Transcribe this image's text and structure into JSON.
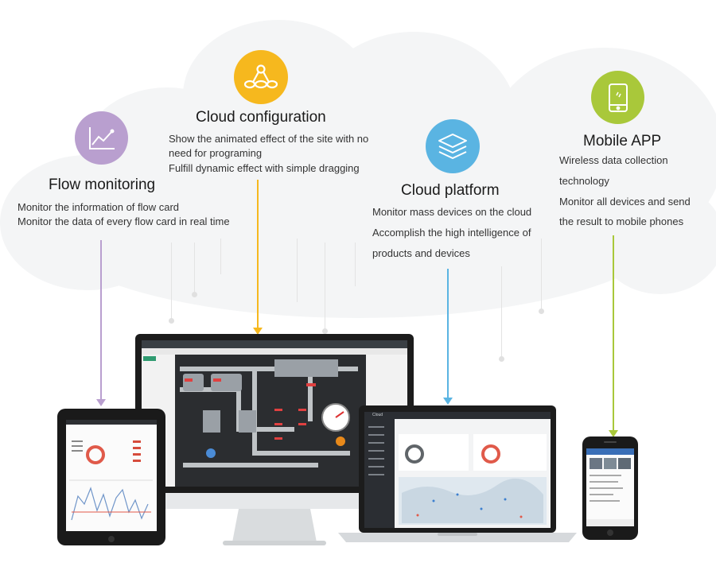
{
  "features": {
    "flow": {
      "title": "Flow monitoring",
      "lines": [
        "Monitor the information of flow card",
        "Monitor the data of every flow card in real time"
      ],
      "color": "#b99fcf",
      "icon": "line-chart-icon"
    },
    "config": {
      "title": "Cloud configuration",
      "lines": [
        "Show the animated effect of the site with no",
        "need for programing",
        "Fulfill dynamic effect with simple dragging"
      ],
      "color": "#f6b81e",
      "icon": "network-triangle-icon"
    },
    "platform": {
      "title": "Cloud platform",
      "lines": [
        "Monitor mass devices on the cloud",
        "Accomplish the high intelligence of",
        "products and devices"
      ],
      "color": "#5ab4e2",
      "icon": "layers-icon"
    },
    "mobile": {
      "title": "Mobile APP",
      "lines": [
        "Wireless data collection",
        "technology",
        "Monitor all devices and send",
        "the result to mobile phones"
      ],
      "color": "#a9c83a",
      "icon": "smartphone-icon"
    }
  },
  "devices": {
    "laptop_brand": "Cloud"
  }
}
